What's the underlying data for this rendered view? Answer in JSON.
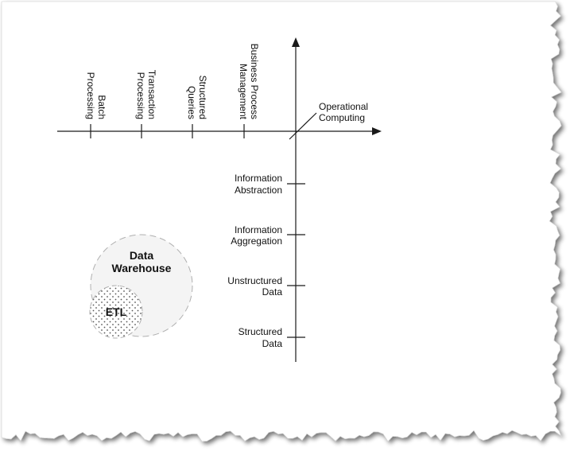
{
  "x_axis": {
    "labels": [
      [
        "Batch",
        "Processing"
      ],
      [
        "Transaction",
        "Processing"
      ],
      [
        "Structured",
        "Queries"
      ],
      [
        "Business Process",
        "Management"
      ]
    ]
  },
  "z_axis": {
    "label": [
      "Operational",
      "Computing"
    ]
  },
  "y_axis": {
    "labels": [
      [
        "Information",
        "Abstraction"
      ],
      [
        "Information",
        "Aggregation"
      ],
      [
        "Unstructured",
        "Data"
      ],
      [
        "Structured",
        "Data"
      ]
    ]
  },
  "bubbles": {
    "warehouse": [
      "Data",
      "Warehouse"
    ],
    "etl": "ETL"
  },
  "colors": {
    "line": "#1a1a1a",
    "warehouse_fill": "#f4f4f4",
    "dash_stroke": "#b0b0b0",
    "dots": "#555555",
    "torn_shadow": "#9a9a9a"
  }
}
